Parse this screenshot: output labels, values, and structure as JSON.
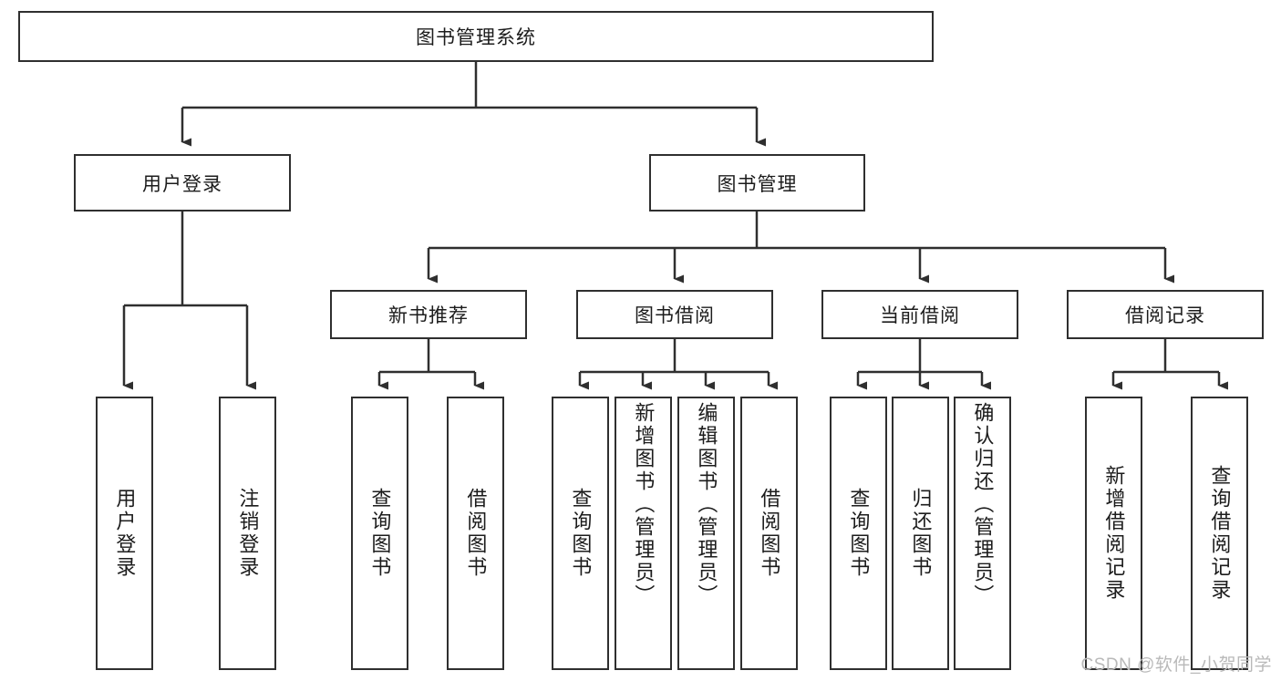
{
  "diagram": {
    "title": "图书管理系统",
    "type": "tree-hierarchy-chart",
    "root": {
      "label": "图书管理系统"
    },
    "level2": [
      {
        "label": "用户登录"
      },
      {
        "label": "图书管理"
      }
    ],
    "level3": [
      {
        "label": "新书推荐"
      },
      {
        "label": "图书借阅"
      },
      {
        "label": "当前借阅"
      },
      {
        "label": "借阅记录"
      }
    ],
    "leaves": {
      "user_login": [
        {
          "label": "用户登录"
        },
        {
          "label": "注销登录"
        }
      ],
      "new_book_recommend": [
        {
          "label": "查询图书"
        },
        {
          "label": "借阅图书"
        }
      ],
      "book_borrow": [
        {
          "label": "查询图书"
        },
        {
          "label": "新增图书（管理员）"
        },
        {
          "label": "编辑图书（管理员）"
        },
        {
          "label": "借阅图书"
        }
      ],
      "current_borrow": [
        {
          "label": "查询图书"
        },
        {
          "label": "归还图书"
        },
        {
          "label": "确认归还（管理员）"
        }
      ],
      "borrow_record": [
        {
          "label": "新增借阅记录"
        },
        {
          "label": "查询借阅记录"
        }
      ]
    }
  },
  "watermark": {
    "text": "CSDN @软件_小贺同学"
  },
  "colors": {
    "stroke": "#2f2f2f",
    "background": "#ffffff",
    "text": "#1c1c1c",
    "watermark": "#b9b9b9"
  }
}
